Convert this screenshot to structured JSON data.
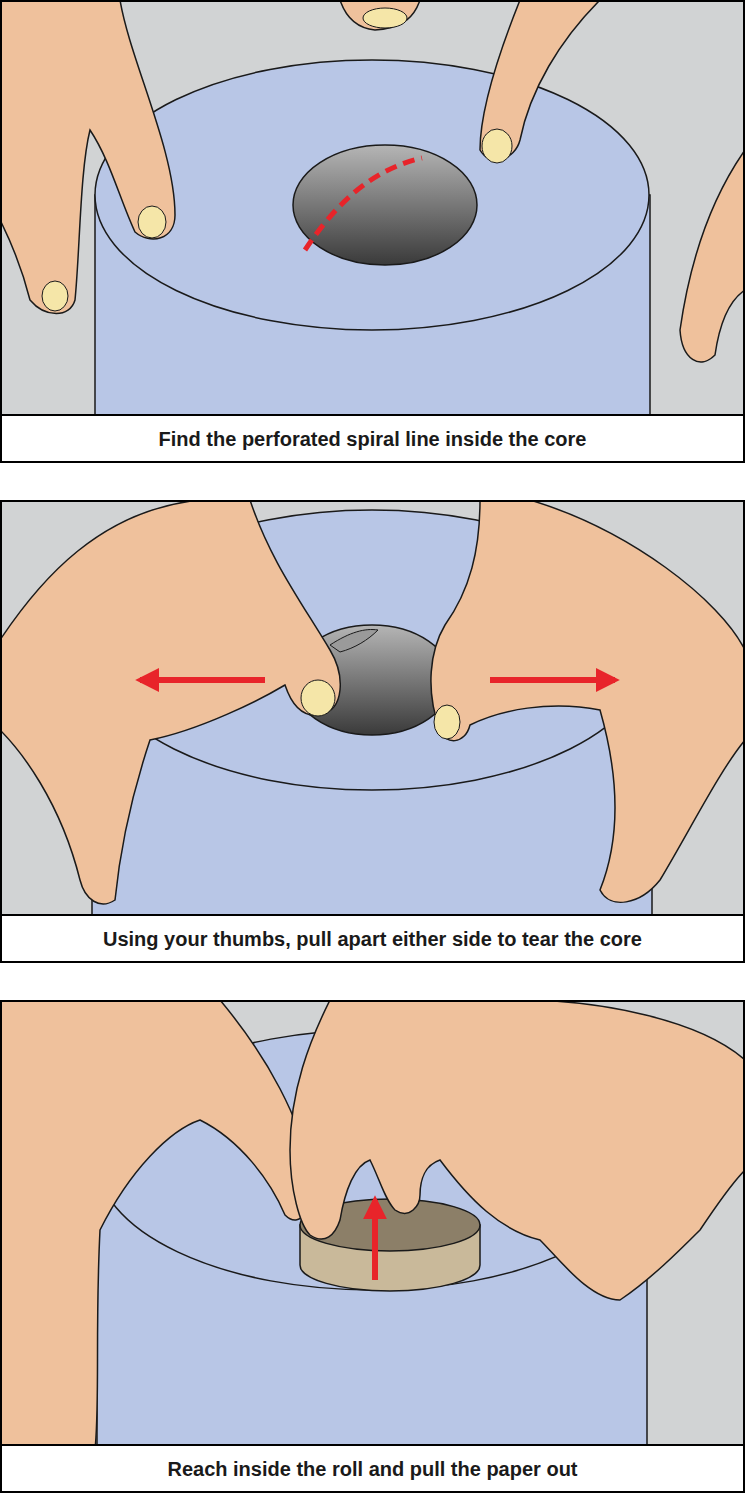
{
  "diagram": {
    "nodes": [
      {
        "text": [
          "Find the perforated spiral line inside the core"
        ]
      },
      {
        "text": [
          "Using your thumbs, pull apart either side to tear the core"
        ]
      },
      {
        "text": [
          "Reach inside the roll and pull the paper out"
        ]
      }
    ]
  }
}
